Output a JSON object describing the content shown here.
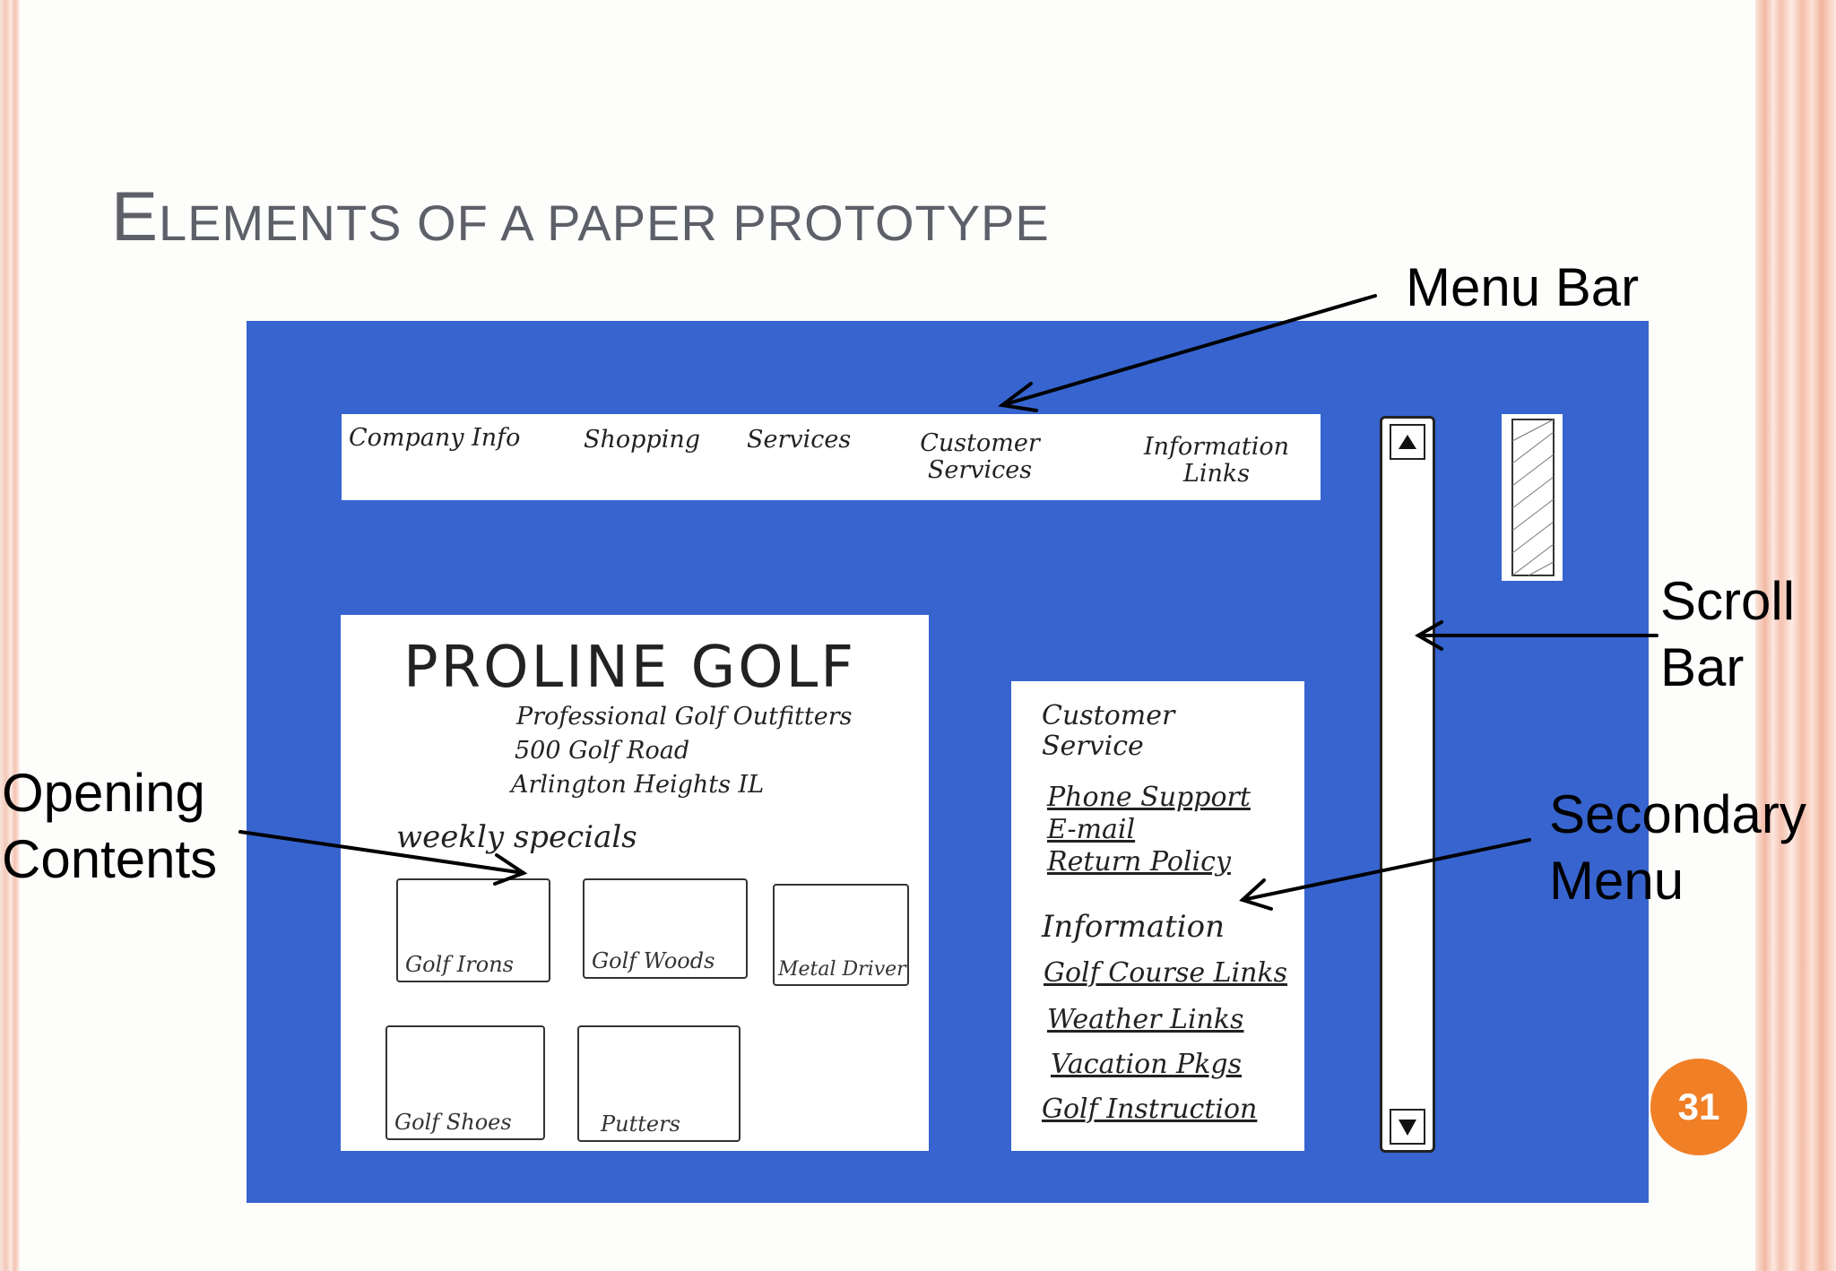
{
  "slide": {
    "title": "Elements of a paper prototype",
    "title_first": "E",
    "title_rest": "LEMENTS OF A PAPER PROTOTYPE",
    "page_number": "31"
  },
  "menu_bar": {
    "items": [
      {
        "label": "Company Info"
      },
      {
        "label": "Shopping"
      },
      {
        "label": "Services"
      },
      {
        "label": "Customer Services"
      },
      {
        "label": "Information Links"
      }
    ]
  },
  "opening": {
    "brand": "PROLINE GOLF",
    "tagline": "Professional Golf Outfitters",
    "address1": "500 Golf Road",
    "address2": "Arlington Heights IL",
    "specials_heading": "weekly specials",
    "products": [
      {
        "label": "Golf Irons"
      },
      {
        "label": "Golf Woods"
      },
      {
        "label": "Metal Driver"
      },
      {
        "label": "Golf Shoes"
      },
      {
        "label": "Putters"
      }
    ]
  },
  "secondary_menu": {
    "heading1": "Customer Service",
    "links1": [
      "Phone Support",
      "E-mail",
      "Return Policy"
    ],
    "heading2": "Information",
    "links2": [
      "Golf Course Links",
      "Weather Links",
      "Vacation Pkgs",
      "Golf Instruction"
    ]
  },
  "callouts": {
    "menu_bar": "Menu Bar",
    "scroll_bar_1": "Scroll",
    "scroll_bar_2": "Bar",
    "secondary_1": "Secondary",
    "secondary_2": "Menu",
    "opening_1": "Opening",
    "opening_2": "Contents"
  },
  "colors": {
    "photo_background": "#3764cf",
    "page_number_badge": "#f07f26",
    "title_text": "#5d6069"
  }
}
